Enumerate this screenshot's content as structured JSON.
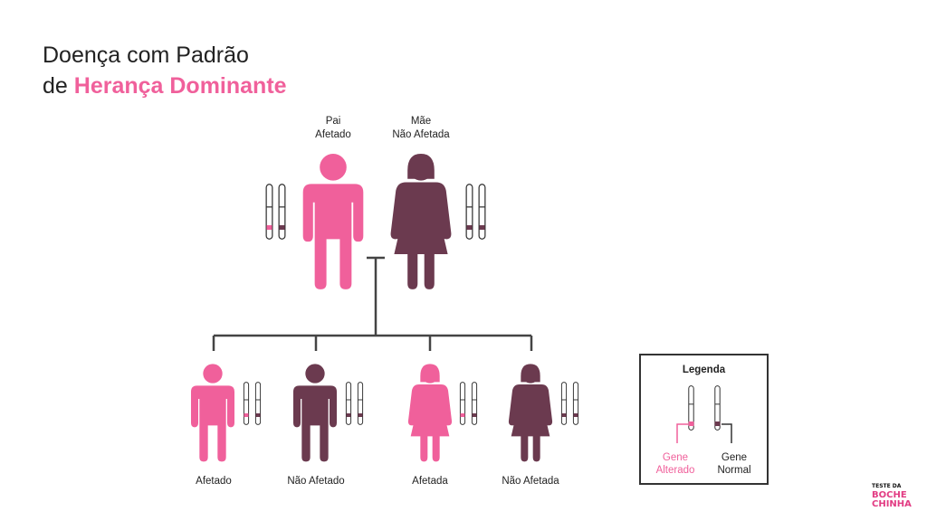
{
  "title": {
    "line1": "Doença com Padrão",
    "line2_prefix": "de",
    "line2_highlight": "Herança Dominante"
  },
  "colors": {
    "affected": "#f0609b",
    "unaffected": "#6b3a4f",
    "line": "#444444"
  },
  "parents": {
    "father": {
      "label_top": "Pai",
      "label_bottom": "Afetado",
      "icon": "male-figure-icon"
    },
    "mother": {
      "label_top": "Mãe",
      "label_bottom": "Não Afetada",
      "icon": "female-figure-icon"
    }
  },
  "children": [
    {
      "label": "Afetado",
      "icon": "male-figure-icon"
    },
    {
      "label": "Não Afetado",
      "icon": "male-figure-icon"
    },
    {
      "label": "Afetada",
      "icon": "female-figure-icon"
    },
    {
      "label": "Não Afetada",
      "icon": "female-figure-icon"
    }
  ],
  "legend": {
    "title": "Legenda",
    "altered": {
      "line1": "Gene",
      "line2": "Alterado"
    },
    "normal": {
      "line1": "Gene",
      "line2": "Normal"
    }
  },
  "brand": {
    "line1": "TESTE DA",
    "line2": "BOCHE",
    "line3": "CHINHA"
  }
}
